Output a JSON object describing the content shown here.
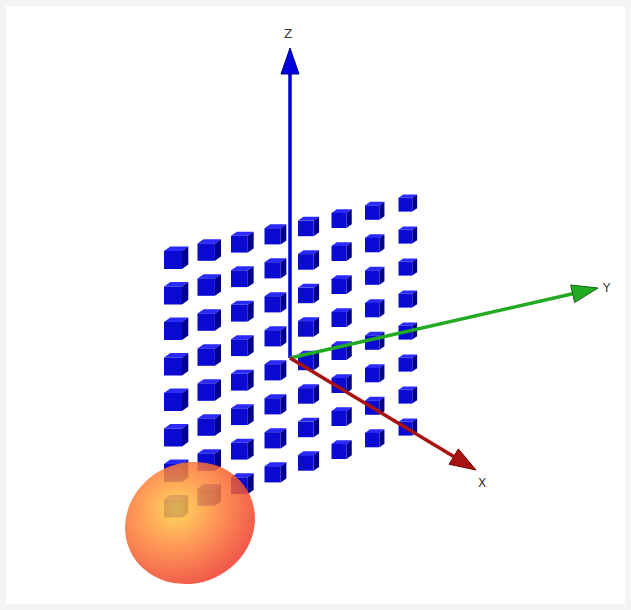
{
  "diagram": {
    "labels": [
      "Z",
      "Y",
      "X"
    ]
  }
}
